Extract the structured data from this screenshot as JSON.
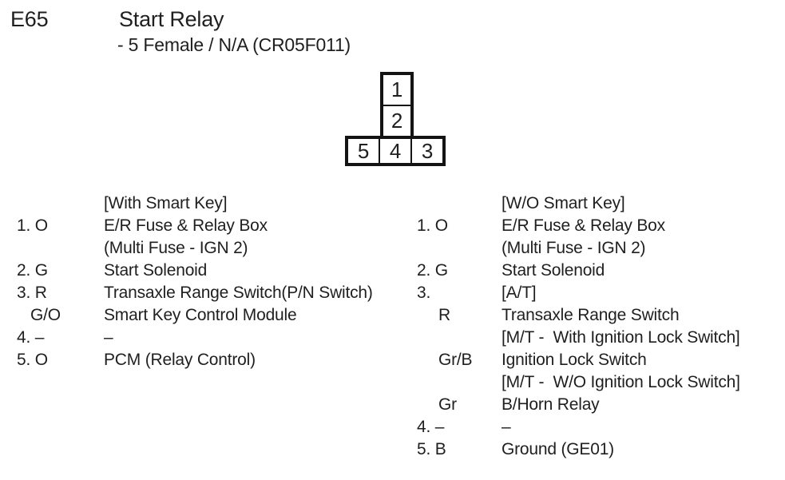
{
  "header": {
    "connector_id": "E65",
    "title": "Start Relay",
    "subtitle": "- 5 Female / N/A (CR05F011)"
  },
  "connector": {
    "top_pins": [
      "1",
      "2"
    ],
    "bottom_pins": [
      "5",
      "4",
      "3"
    ]
  },
  "pinouts": [
    {
      "variant_label": "[With Smart Key]",
      "rows": [
        {
          "pin": "1. O",
          "desc": "E/R Fuse & Relay Box"
        },
        {
          "pin": "",
          "desc": "(Multi Fuse - IGN 2)"
        },
        {
          "pin": "2. G",
          "desc": "Start Solenoid"
        },
        {
          "pin": "3. R",
          "desc": "Transaxle Range Switch(P/N Switch)"
        },
        {
          "pin": "G/O",
          "desc": "Smart Key Control Module"
        },
        {
          "pin": "4. –",
          "desc": "–"
        },
        {
          "pin": "5. O",
          "desc": "PCM (Relay Control)"
        }
      ]
    },
    {
      "variant_label": "[W/O Smart Key]",
      "rows": [
        {
          "pin": "1. O",
          "desc": "E/R Fuse & Relay Box"
        },
        {
          "pin": "",
          "desc": "(Multi Fuse - IGN 2)"
        },
        {
          "pin": "2. G",
          "desc": "Start Solenoid"
        },
        {
          "pin": "3.",
          "desc": "[A/T]"
        },
        {
          "pin": "R",
          "desc": "Transaxle Range Switch"
        },
        {
          "pin": "",
          "desc": "[M/T -  With Ignition Lock Switch]"
        },
        {
          "pin": "Gr/B",
          "desc": "Ignition Lock Switch"
        },
        {
          "pin": "",
          "desc": "[M/T -  W/O Ignition Lock Switch]"
        },
        {
          "pin": "Gr",
          "desc": "B/Horn Relay"
        },
        {
          "pin": "4. –",
          "desc": "–"
        },
        {
          "pin": "5. B",
          "desc": "Ground (GE01)"
        }
      ]
    }
  ]
}
